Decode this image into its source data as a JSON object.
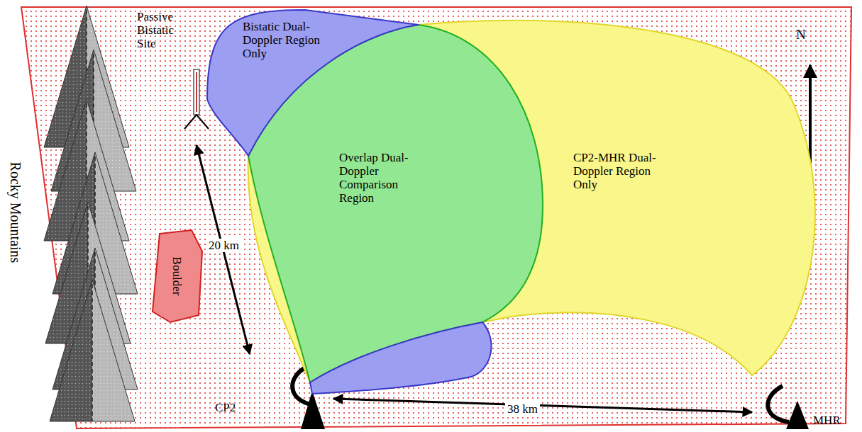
{
  "diagram": {
    "nodes": [
      {
        "text": [
          "Bistatic Dual-Doppler Region Only"
        ]
      },
      {
        "text": [
          "Overlap Dual-Doppler Comparison Region"
        ]
      },
      {
        "text": [
          "CP2-MHR Dual-Doppler Region Only"
        ]
      },
      {
        "text": [
          "Boulder"
        ]
      }
    ],
    "labels": [
      "Passive Bistatic Site",
      "Rocky Mountains",
      "N",
      "20 km",
      "CP2",
      "38 km",
      "MHR"
    ]
  }
}
